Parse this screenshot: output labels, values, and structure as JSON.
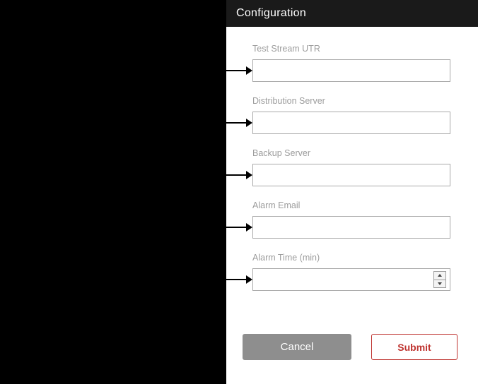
{
  "panel": {
    "title": "Configuration",
    "fields": [
      {
        "label": "Test Stream UTR",
        "value": "",
        "type": "text"
      },
      {
        "label": "Distribution Server",
        "value": "",
        "type": "text"
      },
      {
        "label": "Backup Server",
        "value": "",
        "type": "text"
      },
      {
        "label": "Alarm Email",
        "value": "",
        "type": "text"
      },
      {
        "label": "Alarm Time (min)",
        "value": "",
        "type": "number"
      }
    ],
    "buttons": {
      "cancel": "Cancel",
      "submit": "Submit"
    }
  },
  "annotations": {
    "pointer_arrow_count": 5
  },
  "colors": {
    "header_bg": "#1a1a1a",
    "accent_red": "#bf3430",
    "cancel_gray": "#8e8e8e",
    "label_gray": "#9c9c9c",
    "input_border": "#a9a9a9"
  }
}
